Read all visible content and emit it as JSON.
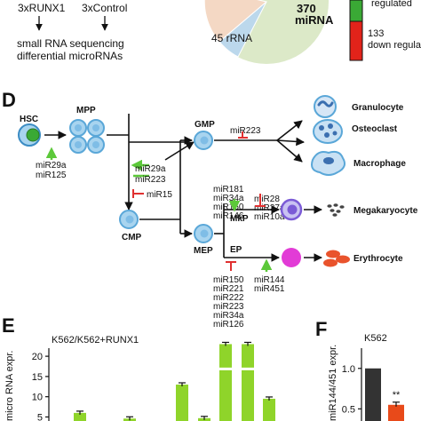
{
  "panel_c": {
    "group1": "3xRUNX1",
    "group2": "3xControl",
    "method_line1": "small RNA sequencing",
    "method_line2": "differential microRNAs",
    "pie_label_main_num": "370",
    "pie_label_main_text": "miRNA",
    "pie_label_rrna": "45 rRNA",
    "legend_up_text": "regulated",
    "legend_down_num": "133",
    "legend_down_text": "down regulated",
    "colors": {
      "up": "#3aa935",
      "down": "#e2231a",
      "pie_main": "#dce9c8",
      "pie_rrna": "#f4d8c4",
      "pie_other": "#bcd8ec"
    }
  },
  "panel_d": {
    "letter": "D",
    "hsc": "HSC",
    "hsc_mirs": [
      "miR29a",
      "miR125"
    ],
    "mpp": "MPP",
    "mpp_mirs": [
      "miR29a",
      "miR223"
    ],
    "mpp_repress": "miR15",
    "gmp": "GMP",
    "gmp_repress": "miR223",
    "granulocyte": "Granulocyte",
    "osteoclast": "Osteoclast",
    "macrophage": "Macrophage",
    "cmp": "CMP",
    "mep": "MEP",
    "mkp_up_mirs": [
      "miR181",
      "miR34a",
      "miR150",
      "miR146"
    ],
    "mkp_down_mirs": [
      "miR28",
      "miR27a",
      "miR10a"
    ],
    "mkp": "MkP",
    "megakaryocyte": "Megakaryocyte",
    "ep": "EP",
    "erythrocyte": "Erythrocyte",
    "ep_repress_mirs": [
      "miR150",
      "miR221",
      "miR222",
      "miR223",
      "miR34a",
      "miR126"
    ],
    "ep_up_mirs": [
      "miR144",
      "miR451"
    ],
    "colors": {
      "up_arrow": "#5cc83a",
      "repress": "#e03030",
      "cell_ring": "#5aa7d8",
      "cell_fill": "#a8d4ef",
      "hsc_nucleus": "#3aa935",
      "ery": "#e9532c",
      "ep_cell": "#e23bd6",
      "mkp_cell": "#7b5bd6"
    }
  },
  "panel_e": {
    "letter": "E",
    "title": "K562/K562+RUNX1",
    "ylabel": "micro RNA expr.",
    "yticks": [
      "20",
      "15",
      "10",
      "5"
    ],
    "colors": {
      "bar": "#8fd42a"
    }
  },
  "panel_f": {
    "letter": "F",
    "title": "K562",
    "ylabel": "miR144/451 expr.",
    "yticks": [
      "1.0",
      "0.5"
    ],
    "sig": "**",
    "colors": {
      "control": "#333333",
      "runx1": "#e84a1a"
    }
  },
  "chart_data": [
    {
      "type": "bar",
      "title": "K562/K562+RUNX1",
      "ylabel": "micro RNA expr.",
      "ylim": [
        4,
        22
      ],
      "yaxis_break": true,
      "values": [
        6,
        4.6,
        13,
        4.7,
        29,
        40,
        9.5
      ]
    },
    {
      "type": "bar",
      "title": "K562",
      "ylabel": "miR144/451 expr.",
      "ylim": [
        0.35,
        1.25
      ],
      "values": [
        1.0,
        0.55
      ],
      "annotations": [
        "**"
      ]
    }
  ]
}
